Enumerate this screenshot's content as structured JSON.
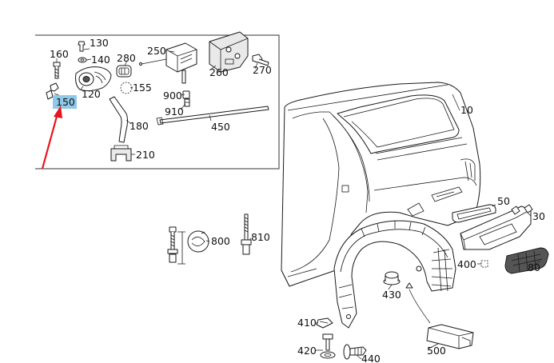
{
  "callouts": {
    "c10": "10",
    "c30": "30",
    "c50": "50",
    "c80": "80",
    "c120": "120",
    "c130": "130",
    "c140": "140",
    "c150": "150",
    "c155": "155",
    "c160": "160",
    "c180": "180",
    "c210": "210",
    "c250": "250",
    "c260": "260",
    "c270": "270",
    "c280": "280",
    "c400": "400",
    "c410": "410",
    "c420": "420",
    "c430": "430",
    "c440": "440",
    "c450": "450",
    "c500": "500",
    "c800": "800",
    "c810": "810",
    "c900": "900",
    "c910": "910"
  },
  "highlight": {
    "part": "150",
    "color": "#8fc9e8",
    "arrow_color": "#e8141b"
  }
}
